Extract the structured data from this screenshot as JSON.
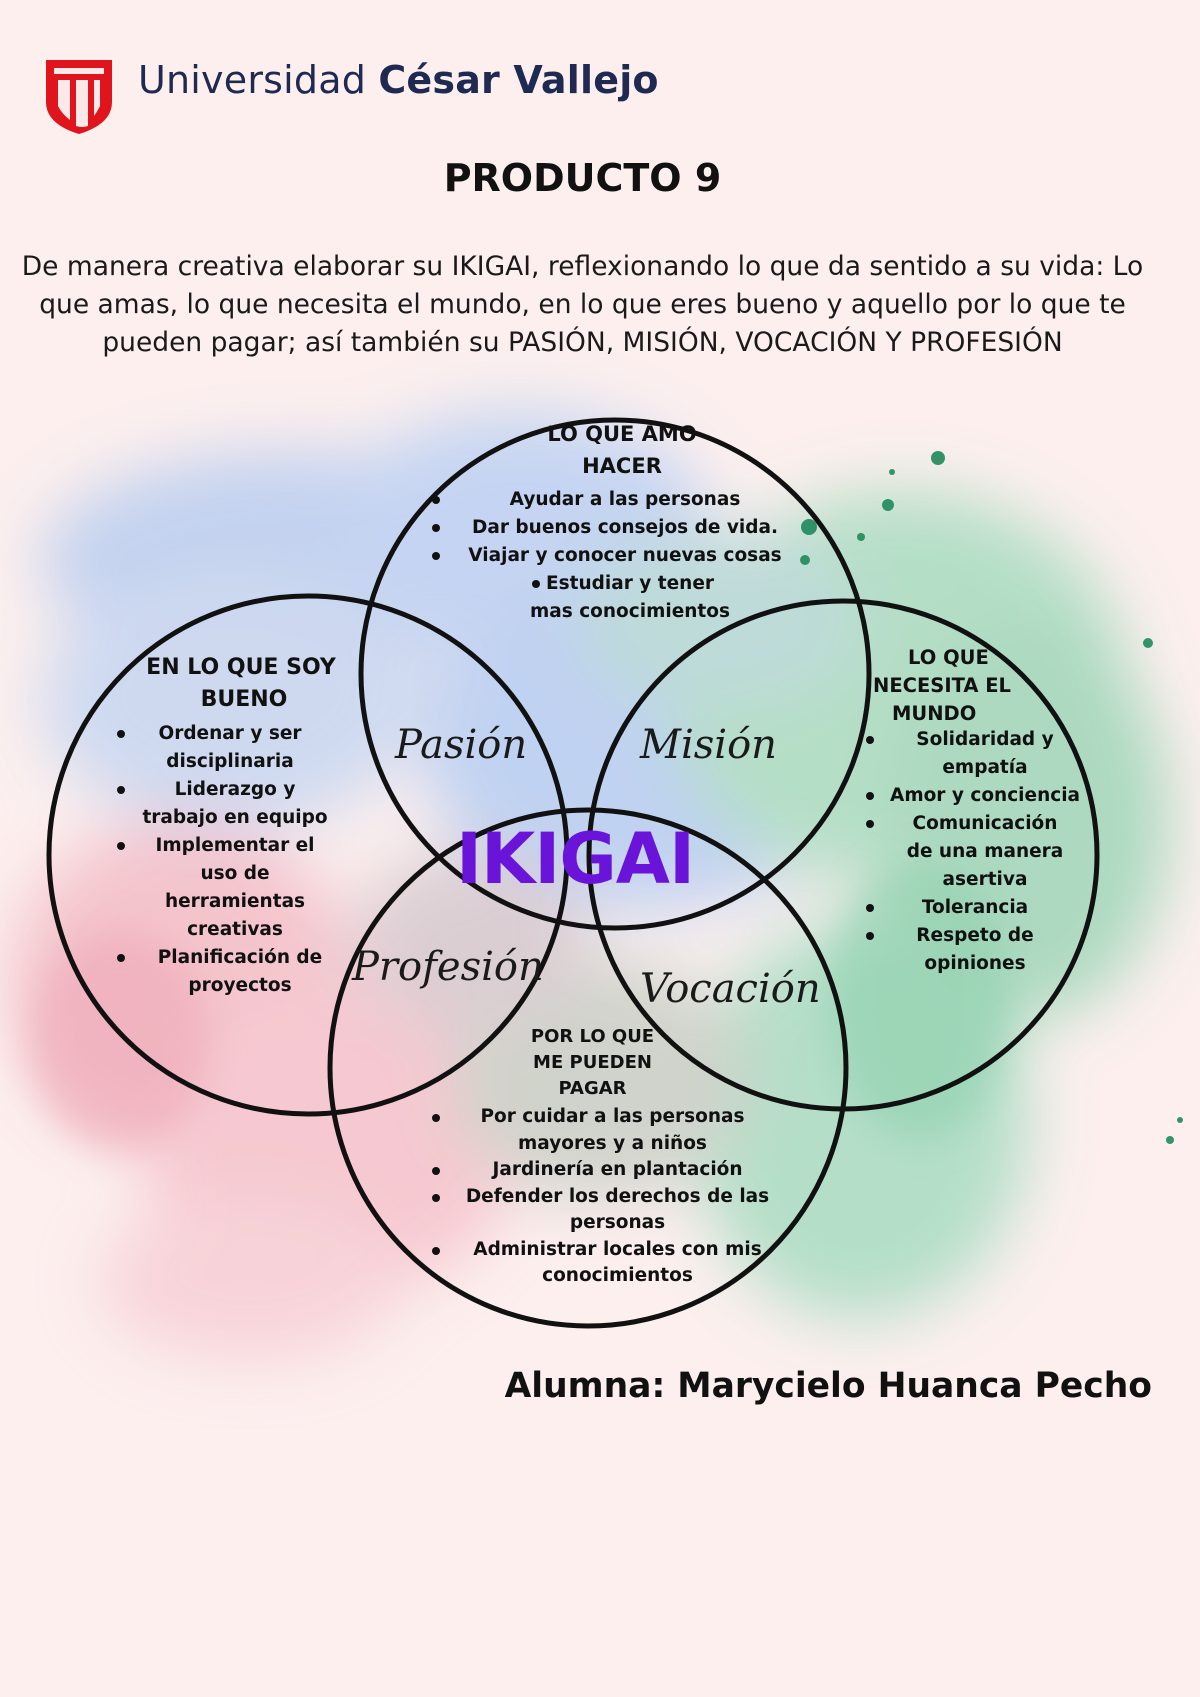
{
  "header": {
    "university_regular": "Universidad ",
    "university_bold": "César Vallejo",
    "title": "PRODUCTO 9"
  },
  "intro": "De manera creativa elaborar su IKIGAI, reflexionando lo que da sentido a su vida: Lo que amas, lo que necesita el mundo, en lo que eres bueno y aquello por lo que te pueden pagar; así también su PASIÓN, MISIÓN, VOCACIÓN Y PROFESIÓN",
  "diagram": {
    "center": "IKIGAI",
    "overlaps": {
      "pasion": "Pasión",
      "mision": "Misión",
      "profesion": "Profesión",
      "vocacion": "Vocación"
    },
    "amo": {
      "heading_1": "LO QUE AMO",
      "heading_2": "HACER",
      "items": [
        "Ayudar a las personas",
        "Dar buenos consejos de vida.",
        "Viajar y conocer nuevas cosas",
        "Estudiar y tener mas conocimientos"
      ]
    },
    "bueno": {
      "heading_1": "EN LO QUE SOY",
      "heading_2": "BUENO",
      "items": [
        "Ordenar y ser disciplinaria",
        "Liderazgo y trabajo en equipo",
        "Implementar el uso de herramientas creativas",
        "Planificación de proyectos"
      ]
    },
    "mundo": {
      "heading_1": "LO QUE",
      "heading_2": "NECESITA EL",
      "heading_3": "MUNDO",
      "items": [
        "Solidaridad y empatía",
        "Amor y conciencia",
        "Comunicación de una manera asertiva",
        "Tolerancia",
        "Respeto de opiniones"
      ]
    },
    "pagar": {
      "heading_1": "POR LO QUE",
      "heading_2": "ME PUEDEN",
      "heading_3": "PAGAR",
      "items": [
        "Por cuidar a las personas mayores y a niños",
        "Jardinería en plantación",
        "Defender los derechos de las personas",
        "Administrar locales con mis conocimientos"
      ]
    }
  },
  "footer": {
    "student": "Alumna: Marycielo Huanca Pecho"
  },
  "colors": {
    "background": "#fcefee",
    "ikigai_purple": "#6a14d9",
    "logo_red": "#e0141d",
    "logo_navy": "#1f2a52"
  }
}
